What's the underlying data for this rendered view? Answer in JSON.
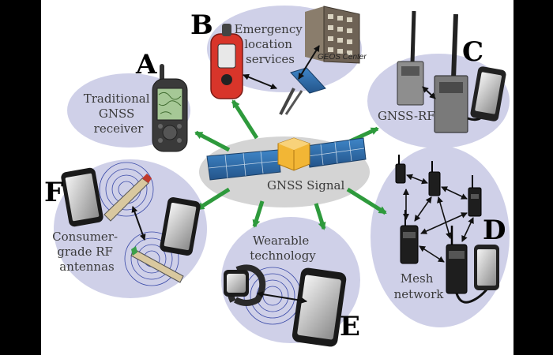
{
  "colors": {
    "ellipse": "#cfd0e8",
    "center_ellipse": "#d4d4d4",
    "arrow": "#2e9a3c",
    "panel": "#2f6fb0"
  },
  "nodes": {
    "center": {
      "label": "GNSS Signal"
    },
    "A": {
      "letter": "A",
      "lines": [
        "Traditional",
        "GNSS",
        "receiver"
      ]
    },
    "B": {
      "letter": "B",
      "lines": [
        "Emergency",
        "location",
        "services"
      ],
      "building": "GEOS Center"
    },
    "C": {
      "letter": "C",
      "lines": [
        "GNSS-RF"
      ]
    },
    "D": {
      "letter": "D",
      "lines": [
        "Mesh",
        "network"
      ]
    },
    "E": {
      "letter": "E",
      "lines": [
        "Wearable",
        "technology"
      ]
    },
    "F": {
      "letter": "F",
      "lines": [
        "Consumer-",
        "grade RF",
        "antennas"
      ]
    }
  }
}
